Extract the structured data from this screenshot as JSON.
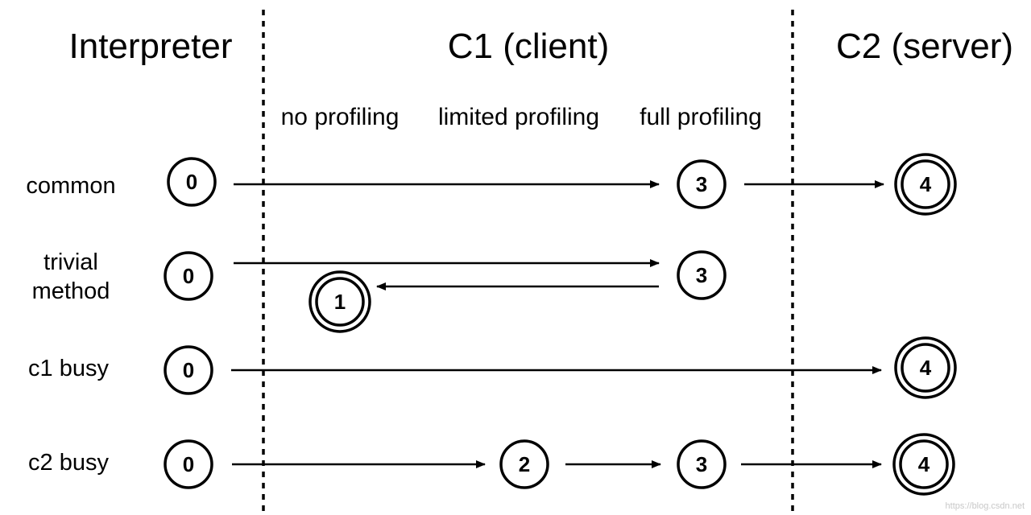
{
  "headers": {
    "interpreter": "Interpreter",
    "c1": "C1 (client)",
    "c2": "C2 (server)"
  },
  "subheaders": {
    "no_profiling": "no profiling",
    "limited_profiling": "limited profiling",
    "full_profiling": "full profiling"
  },
  "rows": {
    "common": "common",
    "trivial_line1": "trivial",
    "trivial_line2": "method",
    "c1_busy": "c1 busy",
    "c2_busy": "c2 busy"
  },
  "levels": {
    "common_0": "0",
    "common_3": "3",
    "common_4": "4",
    "trivial_0": "0",
    "trivial_3": "3",
    "trivial_1": "1",
    "c1busy_0": "0",
    "c1busy_4": "4",
    "c2busy_0": "0",
    "c2busy_2": "2",
    "c2busy_3": "3",
    "c2busy_4": "4"
  },
  "watermark": "https://blog.csdn.net",
  "colors": {
    "stroke": "#000000",
    "background": "#ffffff",
    "watermark": "#c8c8c8"
  }
}
